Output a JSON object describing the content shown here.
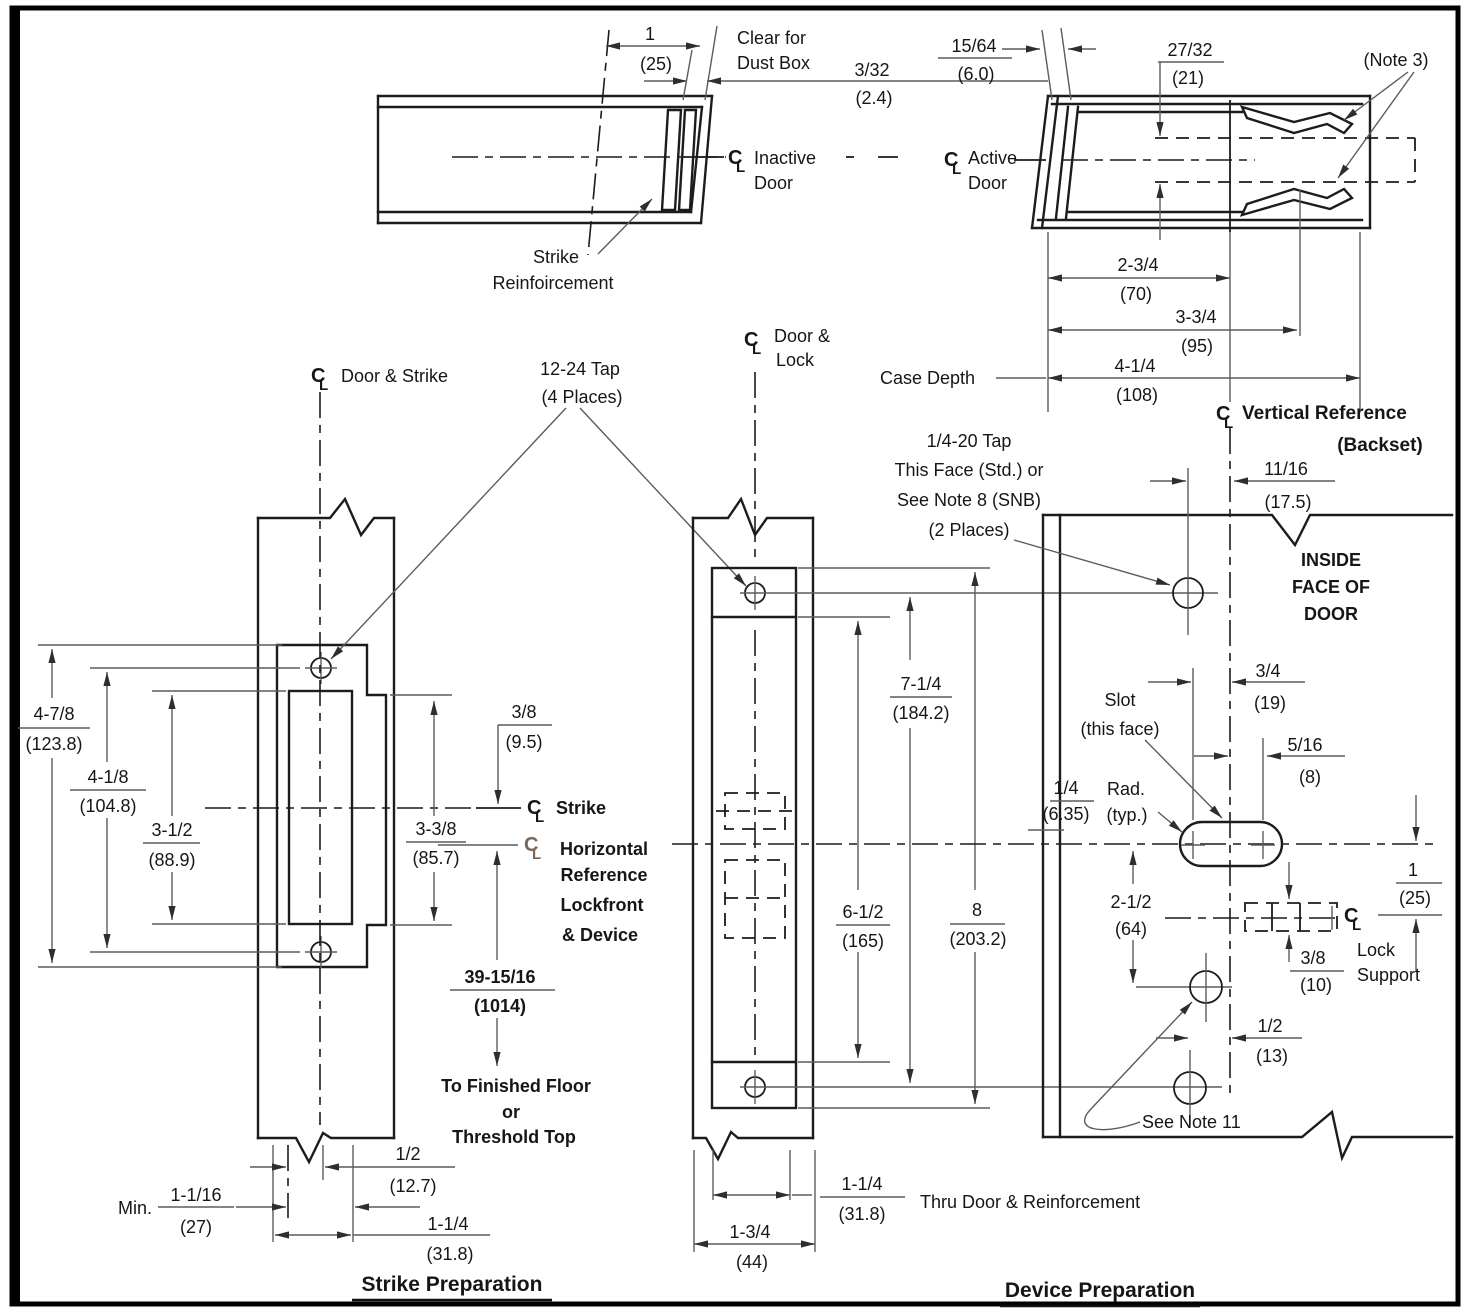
{
  "symbols": {
    "c": "C",
    "l": "L"
  },
  "colors": {
    "line": "#1c1c1c",
    "dim_line": "#5c5c5c",
    "background": "#ffffff",
    "cl_accent": "#7b675a"
  },
  "inactive_view": {
    "dim1_in": "1",
    "dim1_mm": "(25)",
    "clear1": "Clear for",
    "clear2": "Dust Box",
    "dim332_in": "3/32",
    "dim332_mm": "(2.4)",
    "cl1": "Inactive",
    "cl2": "Door",
    "reinf1": "Strike",
    "reinf2": "Reinfoircement"
  },
  "active_view": {
    "dim1564_in": "15/64",
    "dim1564_mm": "(6.0)",
    "dim2732_in": "27/32",
    "dim2732_mm": "(21)",
    "note3": "(Note 3)",
    "cl1": "Active",
    "cl2": "Door",
    "dim234_in": "2-3/4",
    "dim234_mm": "(70)",
    "dim334_in": "3-3/4",
    "dim334_mm": "(95)",
    "dim414_in": "4-1/4",
    "dim414_mm": "(108)",
    "case_depth": "Case Depth",
    "vref": "Vertical Reference",
    "vref_sub": "(Backset)"
  },
  "strike_view": {
    "cl_door_strike": "Door & Strike",
    "tap1": "12-24 Tap",
    "tap2": "(4 Places)",
    "d478_in": "4-7/8",
    "d478_mm": "(123.8)",
    "d418_in": "4-1/8",
    "d418_mm": "(104.8)",
    "d312_in": "3-1/2",
    "d312_mm": "(88.9)",
    "d338_in": "3-3/8",
    "d338_mm": "(85.7)",
    "d38_in": "3/8",
    "d38_mm": "(9.5)",
    "cl_strike": "Strike",
    "href1": "Horizontal",
    "href2": "Reference",
    "href3": "Lockfront",
    "href4": "& Device",
    "d3915_in": "39-15/16",
    "d3915_mm": "(1014)",
    "floor1": "To Finished Floor",
    "floor2": "or",
    "floor3": "Threshold Top",
    "min_label": "Min.",
    "d1116_in": "1-1/16",
    "d1116_mm": "(27)",
    "d12_in": "1/2",
    "d12_mm": "(12.7)",
    "d114_in": "1-1/4",
    "d114_mm": "(31.8)",
    "heading": "Strike Preparation"
  },
  "lockfront_view": {
    "cl1": "Door &",
    "cl2": "Lock",
    "d714_in": "7-1/4",
    "d714_mm": "(184.2)",
    "d612_in": "6-1/2",
    "d612_mm": "(165)",
    "d8_in": "8",
    "d8_mm": "(203.2)",
    "d114_in": "1-1/4",
    "d114_mm": "(31.8)",
    "d134_in": "1-3/4",
    "d134_mm": "(44)",
    "thru": "Thru Door & Reinforcement"
  },
  "device_view": {
    "tap_note1": "1/4-20 Tap",
    "tap_note2": "This Face (Std.) or",
    "tap_note3": "See Note 8 (SNB)",
    "tap_note4": "(2 Places)",
    "d1116_in": "11/16",
    "d1116_mm": "(17.5)",
    "inside1": "INSIDE",
    "inside2": "FACE OF",
    "inside3": "DOOR",
    "d34_in": "3/4",
    "d34_mm": "(19)",
    "slot1": "Slot",
    "slot2": "(this face)",
    "d516_in": "5/16",
    "d516_mm": "(8)",
    "d14_in": "1/4",
    "d14_mm": "(6.35)",
    "rad1": "Rad.",
    "rad2": "(typ.)",
    "d1_in": "1",
    "d1_mm": "(25)",
    "d212_in": "2-1/2",
    "d212_mm": "(64)",
    "d38_in": "3/8",
    "d38_mm": "(10)",
    "lock1": "Lock",
    "lock2": "Support",
    "d12_in": "1/2",
    "d12_mm": "(13)",
    "note11": "See Note 11",
    "heading": "Device Preparation"
  }
}
